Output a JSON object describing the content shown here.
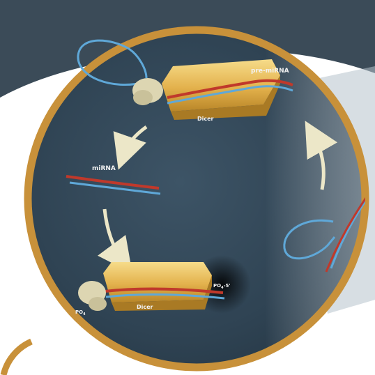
{
  "labels": {
    "pre_mirna": "pre-miRNA",
    "mirna": "miRNA",
    "dicer_top": "Dicer",
    "dicer_bottom": "Dicer",
    "po4_left": "PO",
    "po4_left_sub": "4",
    "po4_right": "PO",
    "po4_right_sub": "4",
    "po4_right_suffix": "-5'"
  },
  "colors": {
    "background_dark": "#3b4b58",
    "circle_fill": "#34495a",
    "ring": "#c8913a",
    "rna_loop": "#5fa8d8",
    "rna_strand": "#c0392b",
    "dicer_body": "#e7b955",
    "arrow": "#ece7c8"
  }
}
